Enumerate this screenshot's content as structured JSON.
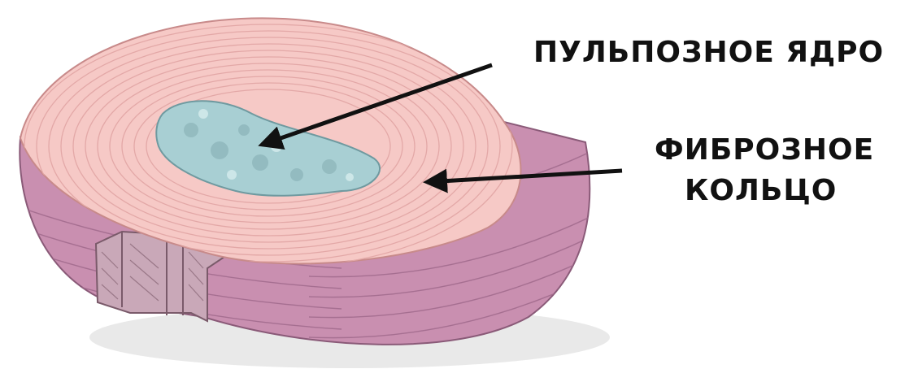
{
  "labels": {
    "nucleus": "ПУЛЬПОЗНОЕ ЯДРО",
    "annulus_line1": "ФИБРОЗНОЕ",
    "annulus_line2": "КОЛЬЦО"
  },
  "colors": {
    "background": "#ffffff",
    "top_surface": "#f6c9c6",
    "ring_lines": "#e6a9a8",
    "nucleus": "#a8cfd3",
    "side_wall": "#c98fb0",
    "side_lines": "#a06a8c",
    "cut_wall": "#c9a8b8",
    "shadow": "#d9d9d9",
    "arrow": "#111111",
    "text": "#111111"
  }
}
